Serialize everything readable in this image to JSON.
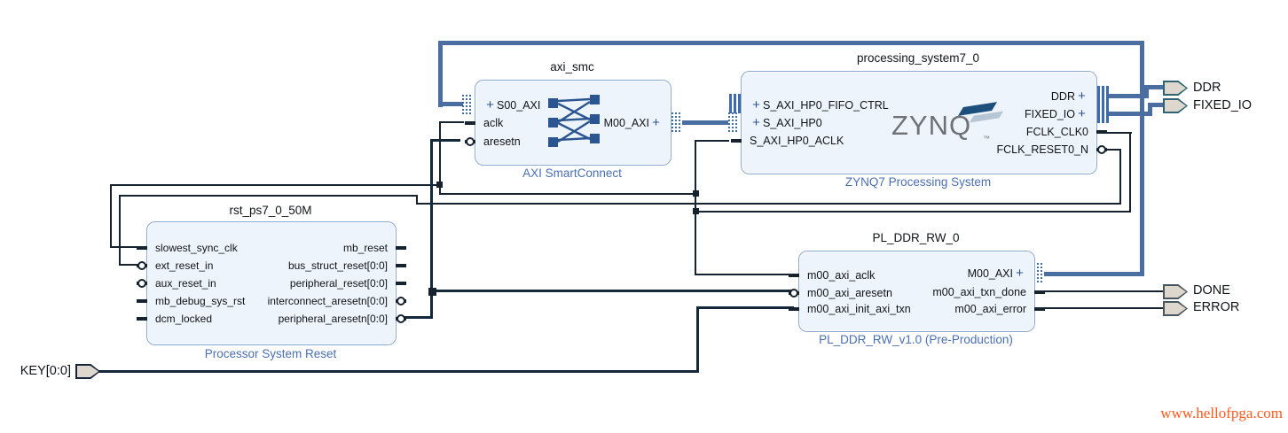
{
  "icons": {
    "plus_glyph": "+",
    "tm_glyph": "™"
  },
  "blocks": {
    "axi_smc": {
      "title": "axi_smc",
      "subtitle": "AXI SmartConnect",
      "ports": {
        "s00_axi": "S00_AXI",
        "aclk": "aclk",
        "aresetn": "aresetn",
        "m00_axi": "M00_AXI"
      }
    },
    "ps7": {
      "title": "processing_system7_0",
      "subtitle": "ZYNQ7 Processing System",
      "logo_text": "ZYNQ",
      "ports": {
        "s_axi_hp0_fifo_ctrl": "S_AXI_HP0_FIFO_CTRL",
        "s_axi_hp0": "S_AXI_HP0",
        "s_axi_hp0_aclk": "S_AXI_HP0_ACLK",
        "ddr": "DDR",
        "fixed_io": "FIXED_IO",
        "fclk_clk0": "FCLK_CLK0",
        "fclk_reset0_n": "FCLK_RESET0_N"
      }
    },
    "rst": {
      "title": "rst_ps7_0_50M",
      "subtitle": "Processor System Reset",
      "ports": {
        "slowest_sync_clk": "slowest_sync_clk",
        "ext_reset_in": "ext_reset_in",
        "aux_reset_in": "aux_reset_in",
        "mb_debug_sys_rst": "mb_debug_sys_rst",
        "dcm_locked": "dcm_locked",
        "mb_reset": "mb_reset",
        "bus_struct_reset": "bus_struct_reset[0:0]",
        "peripheral_reset": "peripheral_reset[0:0]",
        "interconnect_aresetn": "interconnect_aresetn[0:0]",
        "peripheral_aresetn": "peripheral_aresetn[0:0]"
      }
    },
    "pl_ddr": {
      "title": "PL_DDR_RW_0",
      "subtitle": "PL_DDR_RW_v1.0 (Pre-Production)",
      "ports": {
        "m00_axi_aclk": "m00_axi_aclk",
        "m00_axi_aresetn": "m00_axi_aresetn",
        "m00_axi_init_axi_txn": "m00_axi_init_axi_txn",
        "m00_axi": "M00_AXI",
        "m00_axi_txn_done": "m00_axi_txn_done",
        "m00_axi_error": "m00_axi_error"
      }
    }
  },
  "external_ports": {
    "ddr": "DDR",
    "fixed_io": "FIXED_IO",
    "done": "DONE",
    "error": "ERROR",
    "key": "KEY[0:0]"
  },
  "watermark": "www.hellofpga.com",
  "colors": {
    "bus": "#4a6da2",
    "wire": "#16222e",
    "block_fill": "#eef4fc",
    "block_border": "#8fa9ce",
    "subtitle": "#4a6fb5",
    "watermark": "#ff5a1f",
    "zynq_gray": "#6e7276"
  }
}
